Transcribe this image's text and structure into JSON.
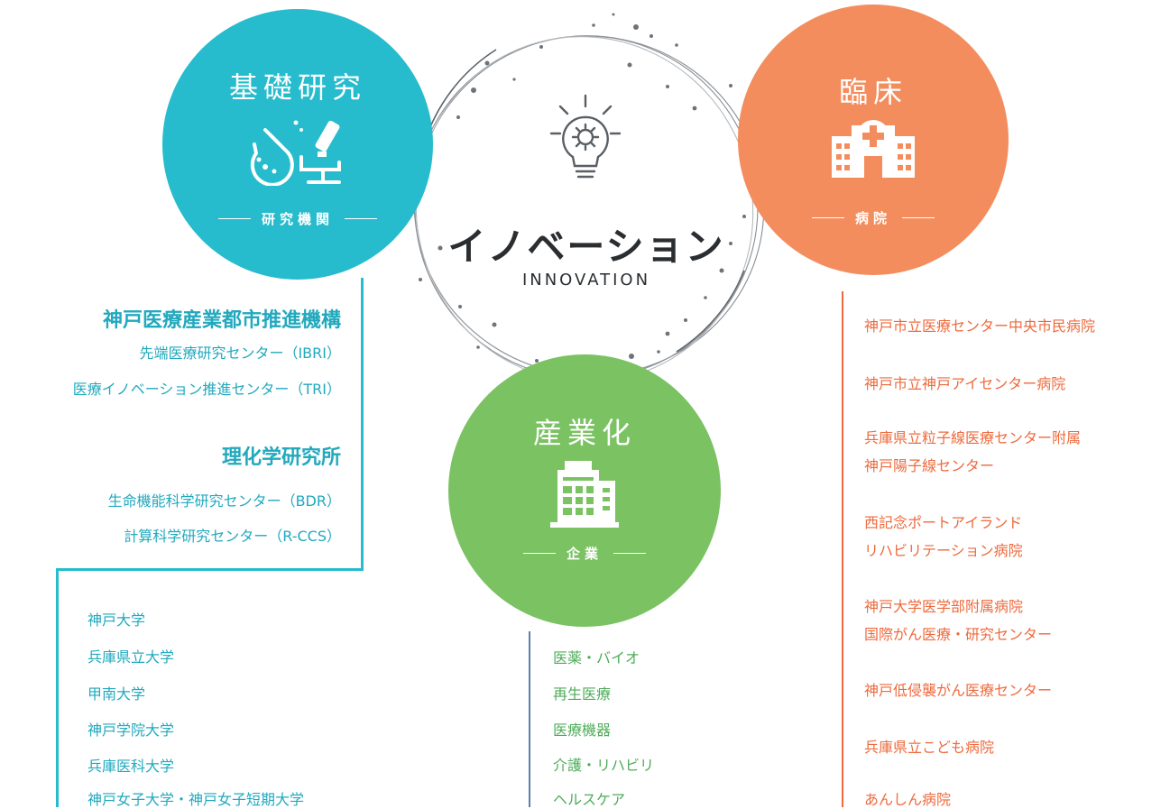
{
  "center": {
    "title": "イノベーション",
    "subtitle": "INNOVATION",
    "icon": "lightbulb-gear-icon"
  },
  "circles": {
    "basic_research": {
      "title": "基礎研究",
      "subtitle": "研究機関",
      "color": "#26bccd",
      "icon": "flask-microscope-icon"
    },
    "clinical": {
      "title": "臨床",
      "subtitle": "病院",
      "color": "#f48d5e",
      "icon": "hospital-icon"
    },
    "industry": {
      "title": "産業化",
      "subtitle": "企業",
      "color": "#7bc263",
      "icon": "office-building-icon"
    }
  },
  "research": {
    "org1": {
      "name": "神戸医療産業都市推進機構",
      "items": [
        "先端医療研究センター（IBRI）",
        "医療イノベーション推進センター（TRI）"
      ]
    },
    "org2": {
      "name": "理化学研究所",
      "items": [
        "生命機能科学研究センター（BDR）",
        "計算科学研究センター（R-CCS）"
      ]
    },
    "universities": [
      "神戸大学",
      "兵庫県立大学",
      "甲南大学",
      "神戸学院大学",
      "兵庫医科大学",
      "神戸女子大学・神戸女子短期大学"
    ]
  },
  "industry_list": [
    "医薬・バイオ",
    "再生医療",
    "医療機器",
    "介護・リハビリ",
    "ヘルスケア"
  ],
  "hospitals": [
    [
      "神戸市立医療センター中央市民病院"
    ],
    [
      "神戸市立神戸アイセンター病院"
    ],
    [
      "兵庫県立粒子線医療センター附属",
      "神戸陽子線センター"
    ],
    [
      "西記念ポートアイランド",
      "リハビリテーション病院"
    ],
    [
      "神戸大学医学部附属病院",
      "国際がん医療・研究センター"
    ],
    [
      "神戸低侵襲がん医療センター"
    ],
    [
      "兵庫県立こども病院"
    ],
    [
      "あんしん病院"
    ]
  ]
}
